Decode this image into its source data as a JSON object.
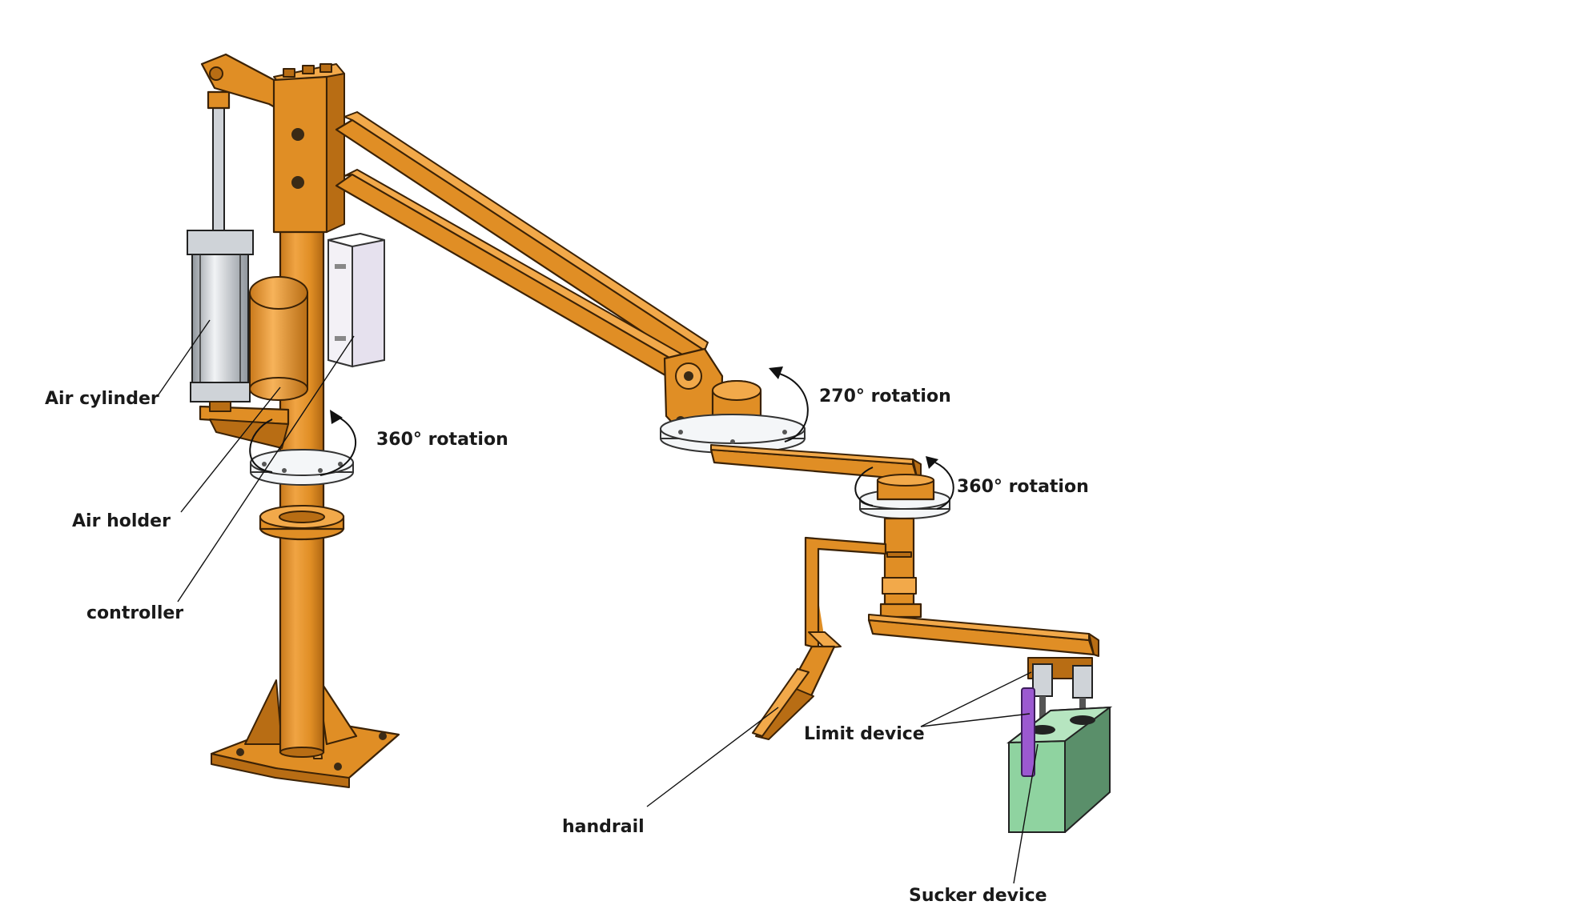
{
  "labels": {
    "air_cylinder": "Air cylinder",
    "air_holder": "Air holder",
    "controller": "controller",
    "rotation_base": "360° rotation",
    "rotation_elbow": "270° rotation",
    "rotation_wrist": "360° rotation",
    "handrail": "handrail",
    "limit_device": "Limit device",
    "sucker_device": "Sucker device"
  },
  "colors": {
    "frame": "#e08e25",
    "frame_highlight": "#f2a94a",
    "frame_shadow": "#b86d14",
    "outline": "#3b2206",
    "flange": "#f4f6f8",
    "cylinder": "#cfd3d8",
    "controller_box": "#e6e1ee",
    "limit_device": "#9b59d0",
    "load_box": "#8fd3a0",
    "load_box_side": "#5a8f6a"
  },
  "icons": {
    "rotation": "curved-arrow-icon"
  }
}
